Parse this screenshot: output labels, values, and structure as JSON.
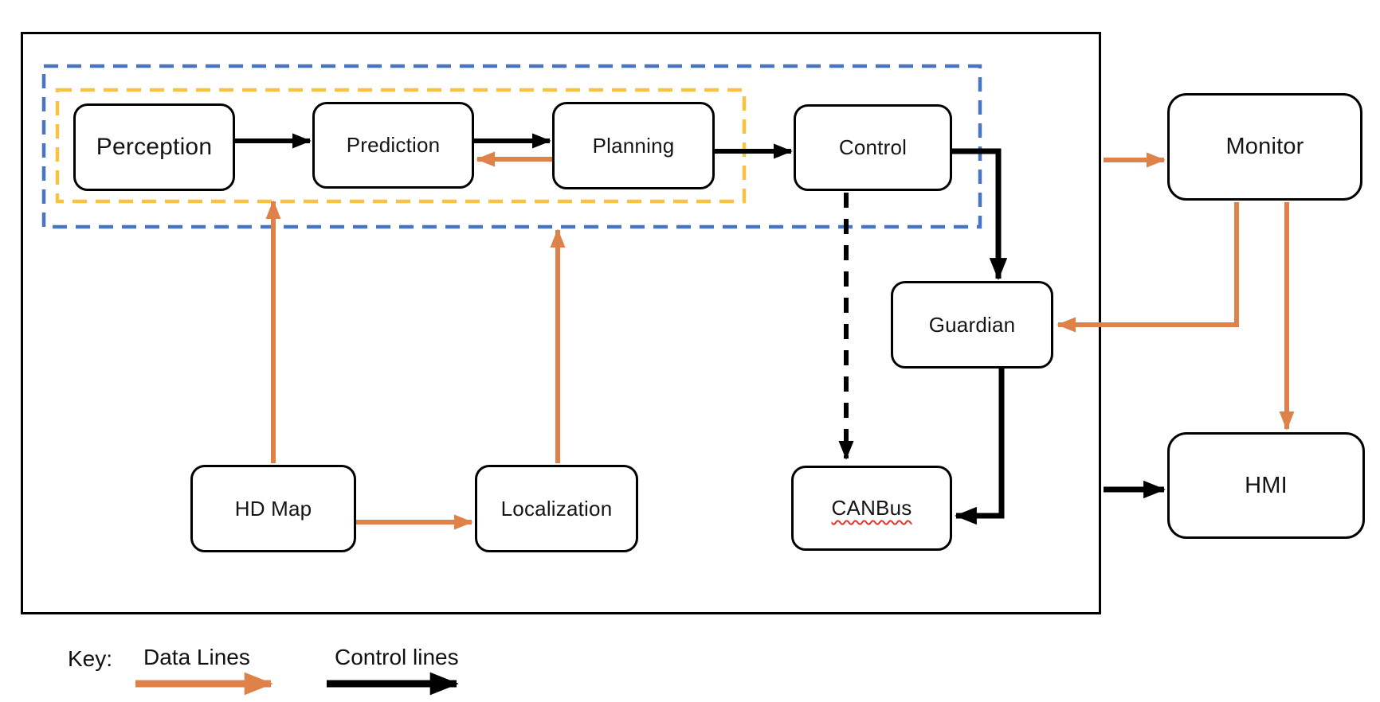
{
  "colors": {
    "data-line": "#DF8249",
    "control-line": "#000000",
    "group-blue": "#4A74C4",
    "group-yellow": "#F8C344",
    "misspell": "#E8342A",
    "node-border": "#000000",
    "node-fill": "#FFFFFF"
  },
  "nodes": {
    "perception": {
      "label": "Perception"
    },
    "prediction": {
      "label": "Prediction"
    },
    "planning": {
      "label": "Planning"
    },
    "control": {
      "label": "Control"
    },
    "hdmap": {
      "label": "HD Map"
    },
    "localization": {
      "label": "Localization"
    },
    "canbus": {
      "label": "CANBus",
      "spellcheck_underline": true
    },
    "guardian": {
      "label": "Guardian"
    },
    "monitor": {
      "label": "Monitor"
    },
    "hmi": {
      "label": "HMI"
    }
  },
  "groups": [
    {
      "name": "outer-frame",
      "style": "solid-black-rectangle"
    },
    {
      "name": "blue-dashed-boundary",
      "style": "dashed",
      "color": "#4A74C4",
      "contains": [
        "perception",
        "prediction",
        "planning"
      ]
    },
    {
      "name": "yellow-dashed-boundary",
      "style": "dashed",
      "color": "#F8C344",
      "contains": [
        "perception",
        "prediction",
        "planning"
      ]
    }
  ],
  "edges": [
    {
      "from": "perception",
      "to": "prediction",
      "type": "control",
      "style": "solid"
    },
    {
      "from": "prediction",
      "to": "planning",
      "type": "control",
      "style": "solid"
    },
    {
      "from": "planning",
      "to": "control",
      "type": "control",
      "style": "solid"
    },
    {
      "from": "control",
      "to": "guardian",
      "type": "control",
      "style": "solid"
    },
    {
      "from": "control",
      "to": "canbus",
      "type": "control",
      "style": "dashed"
    },
    {
      "from": "guardian",
      "to": "canbus",
      "type": "control",
      "style": "solid"
    },
    {
      "from": "frame",
      "to": "hmi",
      "type": "control",
      "style": "solid"
    },
    {
      "from": "planning",
      "to": "prediction",
      "type": "data",
      "style": "solid"
    },
    {
      "from": "hdmap",
      "to": "yellow-dashed-boundary",
      "type": "data",
      "style": "solid"
    },
    {
      "from": "localization",
      "to": "blue-dashed-boundary",
      "type": "data",
      "style": "solid"
    },
    {
      "from": "hdmap",
      "to": "localization",
      "type": "data",
      "style": "solid"
    },
    {
      "from": "frame",
      "to": "monitor",
      "type": "data",
      "style": "solid"
    },
    {
      "from": "monitor",
      "to": "guardian",
      "type": "data",
      "style": "solid"
    },
    {
      "from": "monitor",
      "to": "hmi",
      "type": "data",
      "style": "solid"
    }
  ],
  "key": {
    "title": "Key:",
    "data": {
      "label": "Data Lines",
      "color": "#DF8249"
    },
    "control": {
      "label": "Control lines",
      "color": "#000000"
    }
  }
}
